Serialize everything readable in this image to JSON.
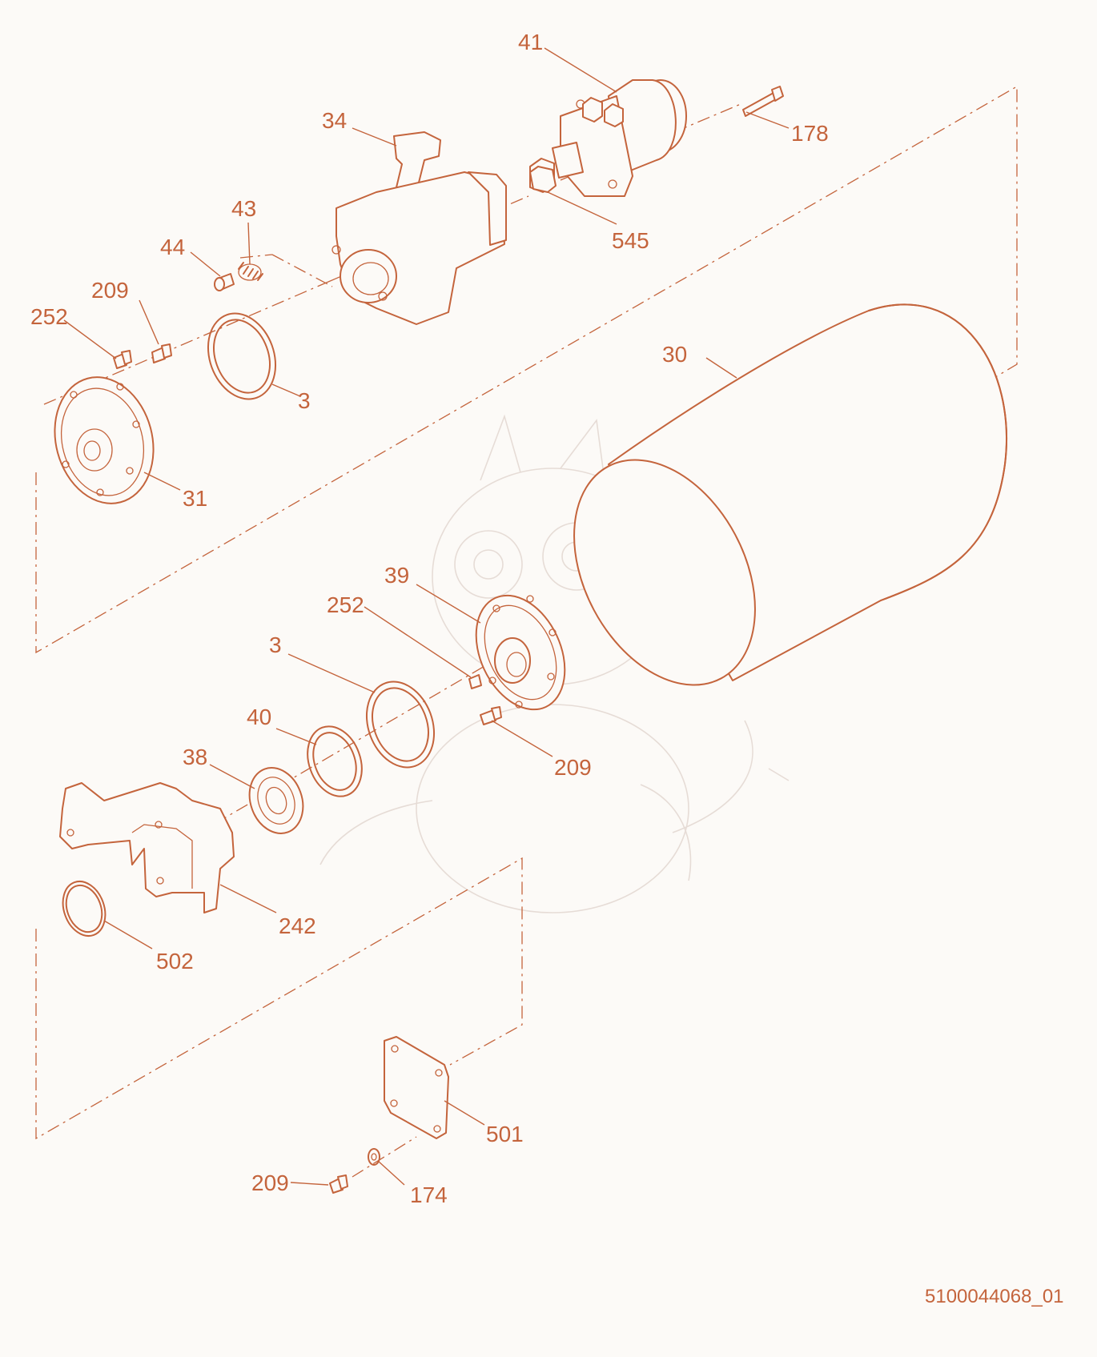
{
  "drawing": {
    "code": "5100044068_01",
    "callouts": {
      "c41": "41",
      "c178": "178",
      "c34": "34",
      "c545": "545",
      "c43": "43",
      "c44": "44",
      "c209a": "209",
      "c252a": "252",
      "c3a": "3",
      "c30": "30",
      "c31": "31",
      "c39": "39",
      "c252b": "252",
      "c3b": "3",
      "c40": "40",
      "c209b": "209",
      "c38": "38",
      "c242": "242",
      "c502": "502",
      "c501": "501",
      "c209c": "209",
      "c174": "174"
    }
  }
}
